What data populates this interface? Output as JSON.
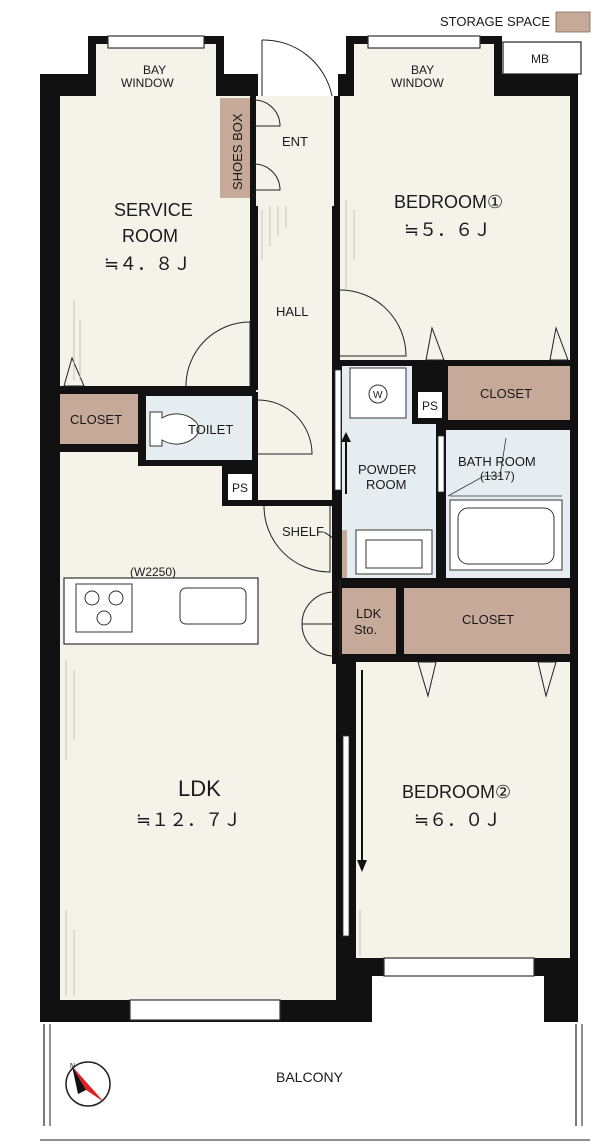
{
  "legend": {
    "label": "STORAGE SPACE",
    "color": "#c6a998"
  },
  "labels": {
    "mb": "MB",
    "bay_window_left_1": "BAY",
    "bay_window_left_2": "WINDOW",
    "bay_window_right_1": "BAY",
    "bay_window_right_2": "WINDOW",
    "shoes_box": "SHOES BOX",
    "ent": "ENT",
    "service_room_1": "SERVICE",
    "service_room_2": "ROOM",
    "service_room_size": "≒４．８Ｊ",
    "bedroom1": "BEDROOM①",
    "bedroom1_size": "≒５．６Ｊ",
    "hall": "HALL",
    "closet_left": "CLOSET",
    "toilet": "TOILET",
    "ps_left": "PS",
    "ps_right": "PS",
    "washer": "W",
    "closet_bed1": "CLOSET",
    "powder_room_1": "POWDER",
    "powder_room_2": "ROOM",
    "bath_room": "BATH ROOM",
    "bath_size": "(1317)",
    "shelf": "SHELF",
    "kitchen_width": "(W2250)",
    "ldk_sto_1": "LDK",
    "ldk_sto_2": "Sto.",
    "closet_bed2": "CLOSET",
    "ldk": "LDK",
    "ldk_size": "≒１２．７Ｊ",
    "bedroom2": "BEDROOM②",
    "bedroom2_size": "≒６．０Ｊ",
    "balcony": "BALCONY",
    "compass_n": "N"
  },
  "colors": {
    "wall": "#111111",
    "floor": "#f5f2ea",
    "wet_area": "#e6edf0",
    "storage": "#c6a998",
    "compass_needle": "#e02020"
  }
}
